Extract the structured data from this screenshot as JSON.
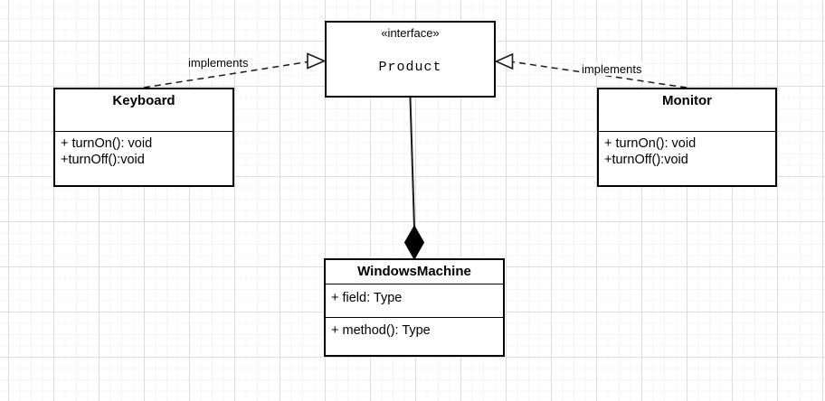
{
  "interface_box": {
    "stereotype": "«interface»",
    "name": "Product"
  },
  "keyboard": {
    "title": "Keyboard",
    "members": [
      "+ turnOn(): void",
      "+turnOff():void"
    ]
  },
  "monitor": {
    "title": "Monitor",
    "members": [
      "+ turnOn(): void",
      "+turnOff():void"
    ]
  },
  "windows_machine": {
    "title": "WindowsMachine",
    "field": "+ field: Type",
    "method": "+ method(): Type"
  },
  "edges": {
    "keyboard_realization_label": "implements",
    "monitor_realization_label": "implements"
  },
  "colors": {
    "box_border": "#000000",
    "box_fill": "#ffffff",
    "text": "#000000",
    "grid_minor": "#f4f4f4",
    "grid_major": "#dcdcdc",
    "edge": "#1a1a1a"
  }
}
